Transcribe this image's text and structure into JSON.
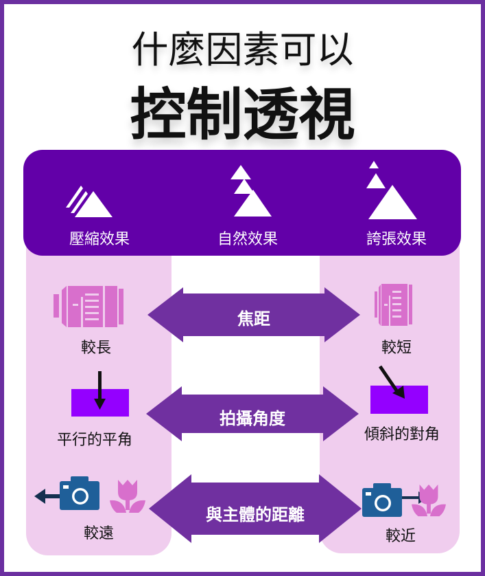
{
  "title": {
    "line1": "什麼因素可以",
    "line2": "控制透視"
  },
  "effects": [
    "壓縮效果",
    "自然效果",
    "誇張效果"
  ],
  "rows": [
    {
      "factor": "焦距",
      "left": "較長",
      "right": "較短"
    },
    {
      "factor": "拍攝角度",
      "left": "平行的平角",
      "right": "傾斜的對角"
    },
    {
      "factor": "與主體的距離",
      "left": "較遠",
      "right": "較近"
    }
  ],
  "colors": {
    "header": "#6200a8",
    "arrow": "#7030a0",
    "column": "#f0cdee",
    "lens": "#d86fcc",
    "box": "#9400ff",
    "camera": "#1f5f99"
  }
}
